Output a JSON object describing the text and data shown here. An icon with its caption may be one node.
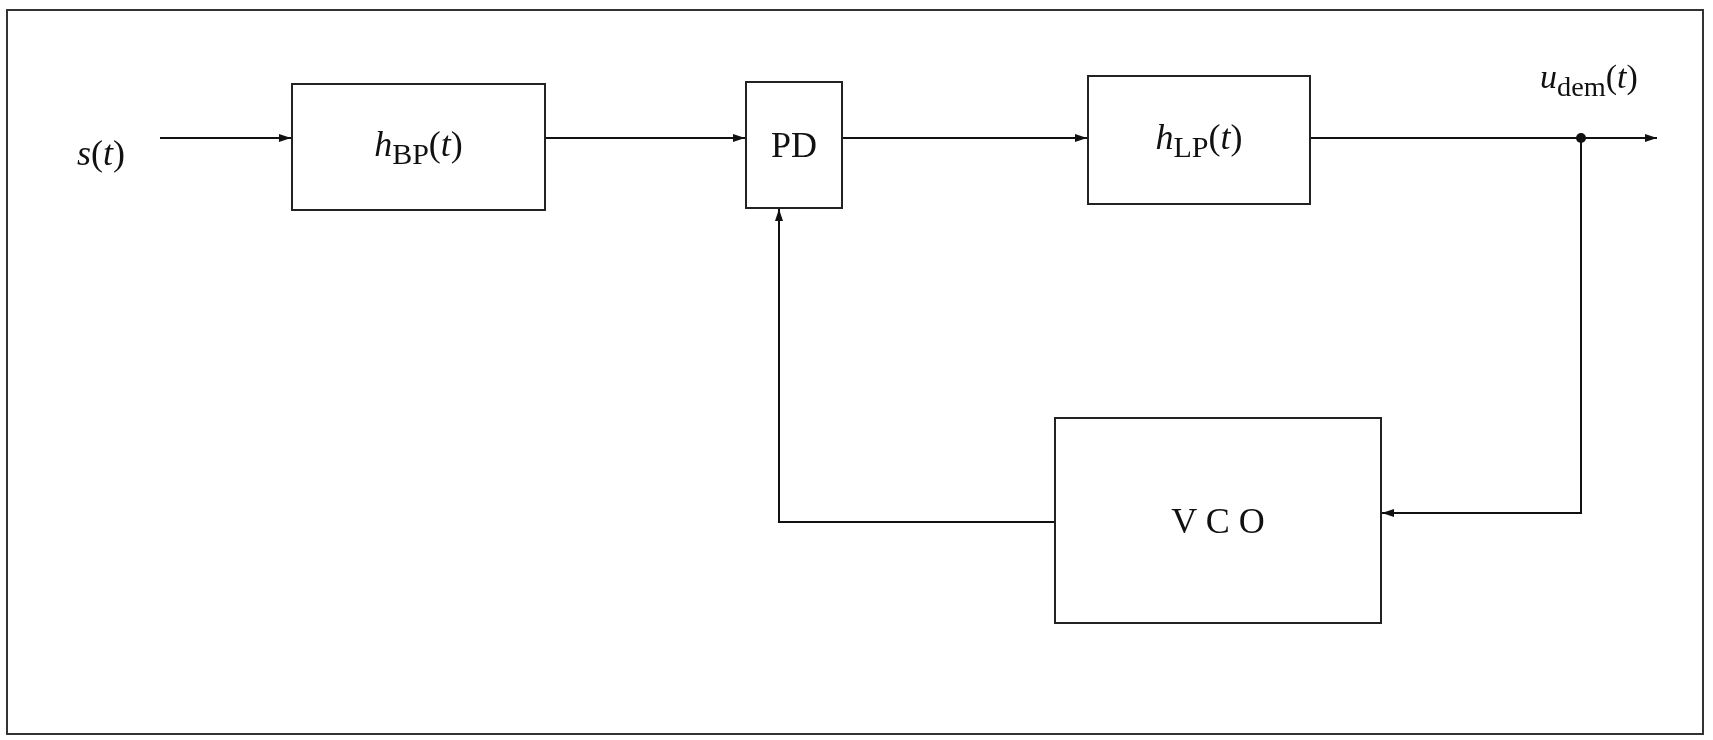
{
  "diagram": {
    "nodes": [
      {
        "text": [
          "*s*(*t*)"
        ]
      },
      {
        "text": [
          "*h*$_{BP}$(*t*)"
        ]
      },
      {
        "text": [
          "PD"
        ]
      },
      {
        "text": [
          "*h*$_{LP}$(*t*)"
        ]
      },
      {
        "text": [
          "V C O"
        ]
      }
    ],
    "edges": [
      {
        "from": 0,
        "to": 1,
        "arrow": "to"
      },
      {
        "from": 1,
        "to": 2,
        "arrow": "to"
      },
      {
        "from": 2,
        "to": 3,
        "arrow": "to"
      },
      {
        "from": 3,
        "to": null,
        "arrow": "to"
      },
      {
        "from": 3,
        "to": 4,
        "arrow": "to"
      },
      {
        "from": 4,
        "to": 2,
        "arrow": "to"
      }
    ],
    "labels": [
      "*u*$_{dem}$(*t*)"
    ]
  }
}
